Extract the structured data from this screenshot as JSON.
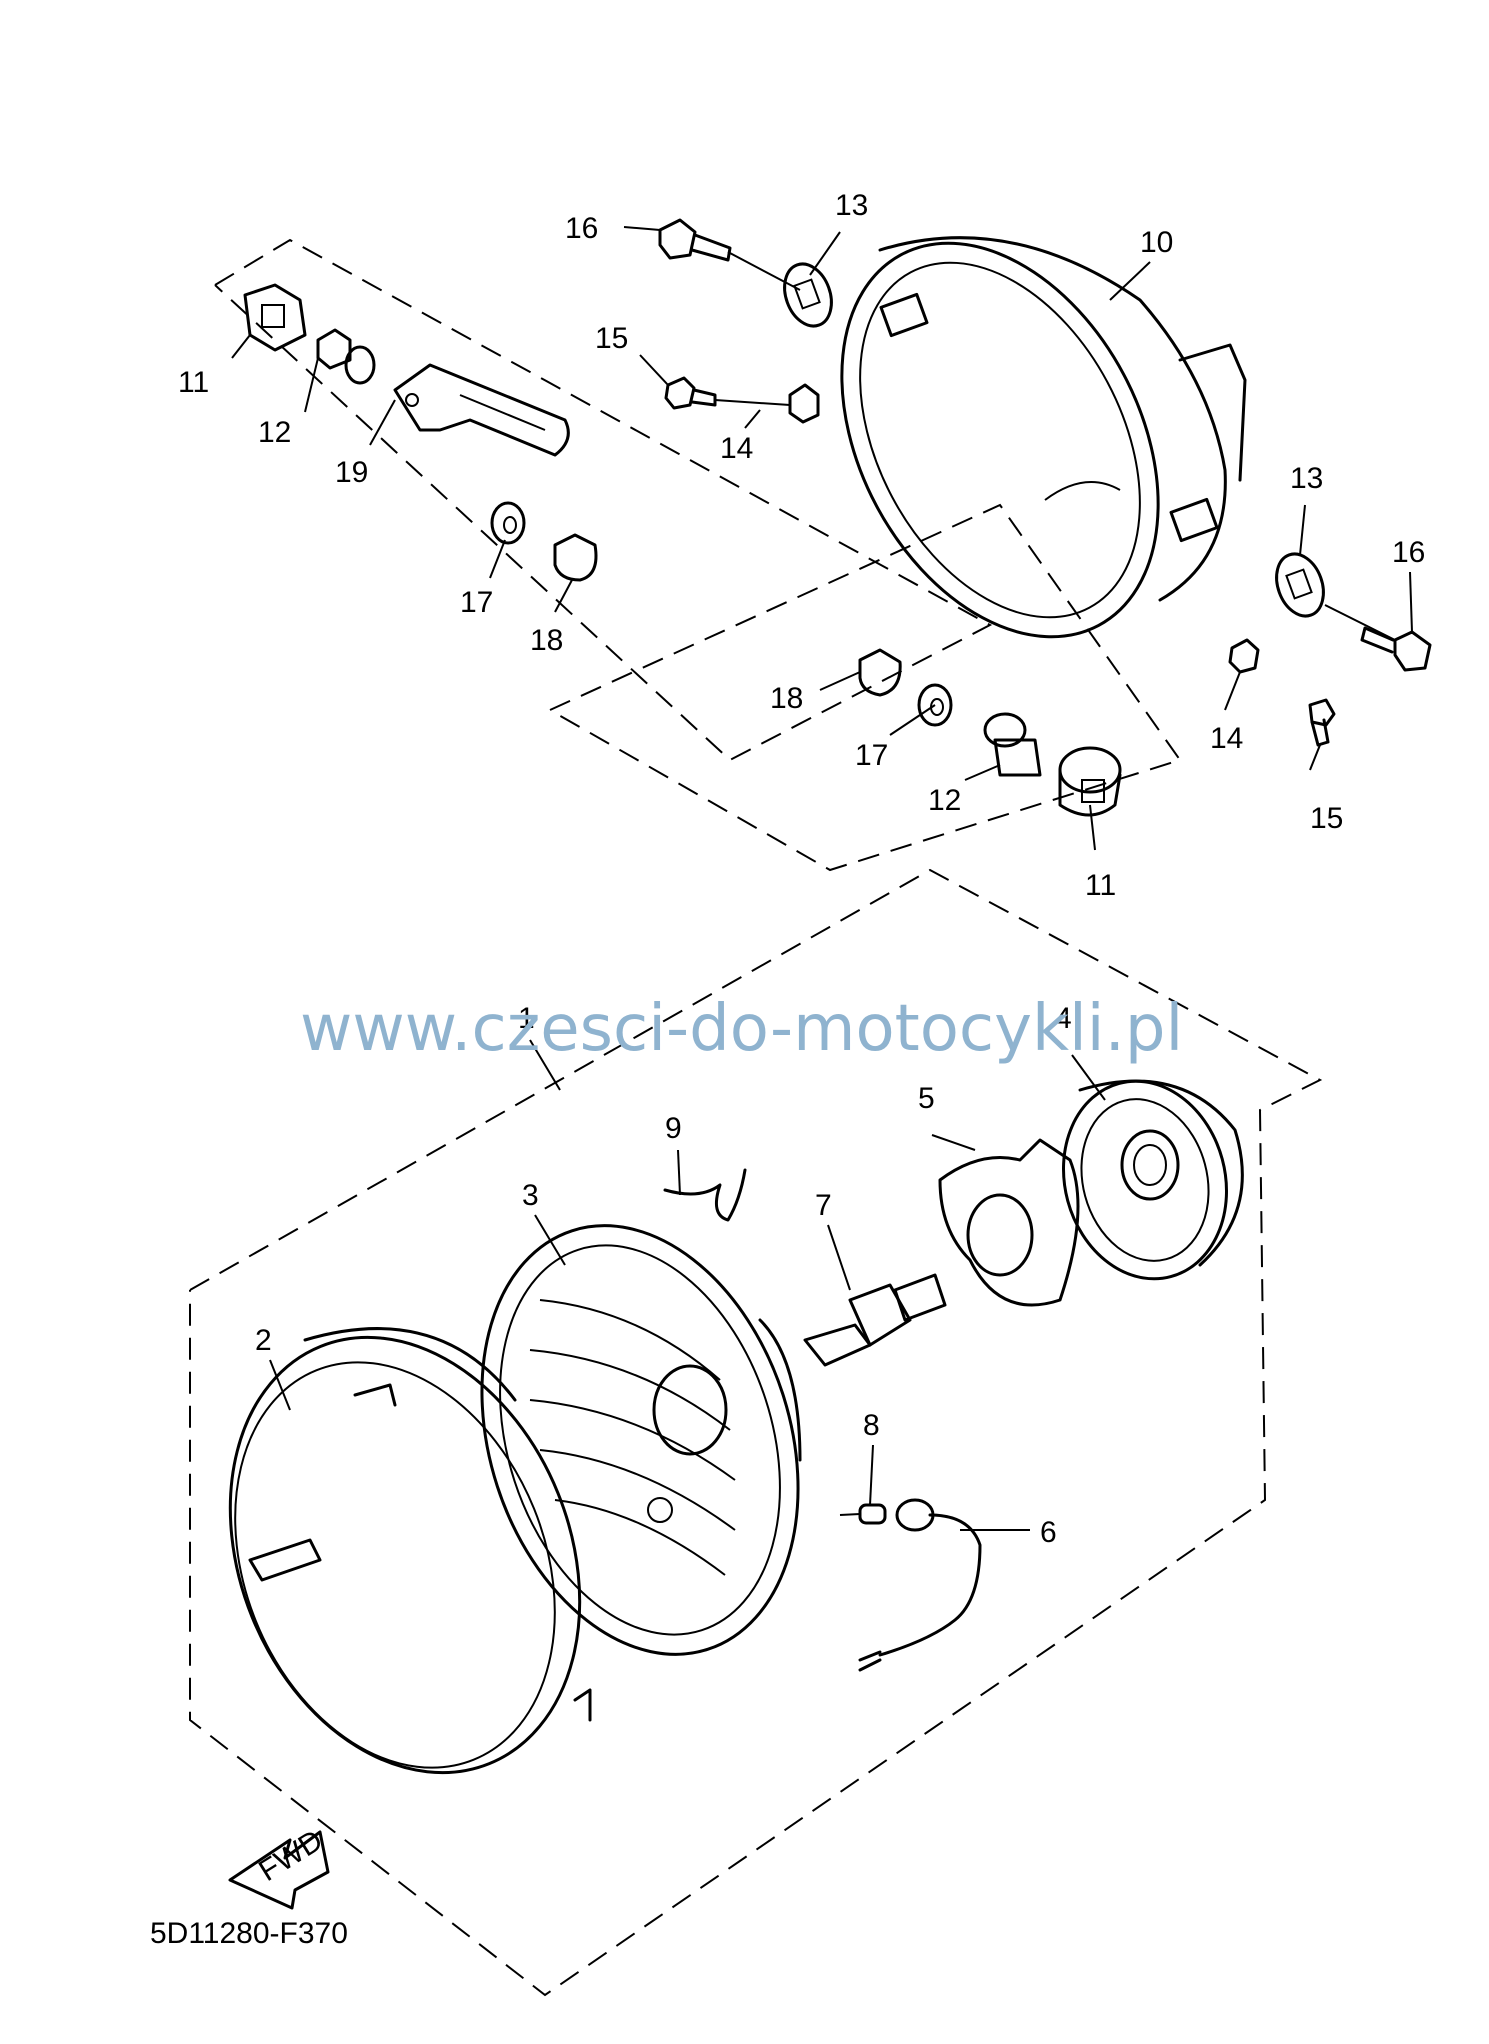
{
  "diagram": {
    "code": "5D11280-F370",
    "watermark": "www.czesci-do-motocykli.pl",
    "fwd_label": "FWD",
    "callouts": [
      {
        "id": "c16a",
        "label": "16"
      },
      {
        "id": "c13a",
        "label": "13"
      },
      {
        "id": "c10",
        "label": "10"
      },
      {
        "id": "c15a",
        "label": "15"
      },
      {
        "id": "c11a",
        "label": "11"
      },
      {
        "id": "c12a",
        "label": "12"
      },
      {
        "id": "c19",
        "label": "19"
      },
      {
        "id": "c14a",
        "label": "14"
      },
      {
        "id": "c17a",
        "label": "17"
      },
      {
        "id": "c18a",
        "label": "18"
      },
      {
        "id": "c13b",
        "label": "13"
      },
      {
        "id": "c16b",
        "label": "16"
      },
      {
        "id": "c18b",
        "label": "18"
      },
      {
        "id": "c17b",
        "label": "17"
      },
      {
        "id": "c12b",
        "label": "12"
      },
      {
        "id": "c14b",
        "label": "14"
      },
      {
        "id": "c15b",
        "label": "15"
      },
      {
        "id": "c11b",
        "label": "11"
      },
      {
        "id": "c1",
        "label": "1"
      },
      {
        "id": "c4",
        "label": "4"
      },
      {
        "id": "c9",
        "label": "9"
      },
      {
        "id": "c5",
        "label": "5"
      },
      {
        "id": "c3",
        "label": "3"
      },
      {
        "id": "c7",
        "label": "7"
      },
      {
        "id": "c2",
        "label": "2"
      },
      {
        "id": "c8",
        "label": "8"
      },
      {
        "id": "c6",
        "label": "6"
      }
    ]
  }
}
